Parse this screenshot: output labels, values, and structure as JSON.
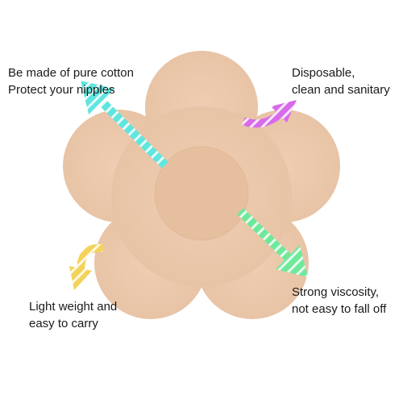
{
  "product": {
    "name": "flower-shaped-nipple-cover",
    "fill_color": "#ecc9ad",
    "center_color": "#e6bf9f"
  },
  "callouts": {
    "top_left": {
      "lines": [
        "Be made of pure cotton",
        "Protect your nipples"
      ],
      "arrow_color": "#5ee6df"
    },
    "top_right": {
      "lines": [
        "Disposable,",
        "clean and sanitary"
      ],
      "arrow_color": "#d86bea"
    },
    "bottom_left": {
      "lines": [
        "Light weight and",
        "easy to carry"
      ],
      "arrow_color": "#f3d35a"
    },
    "bottom_right": {
      "lines": [
        "Strong viscosity,",
        "not easy to fall off"
      ],
      "arrow_color": "#6ee99a"
    }
  }
}
